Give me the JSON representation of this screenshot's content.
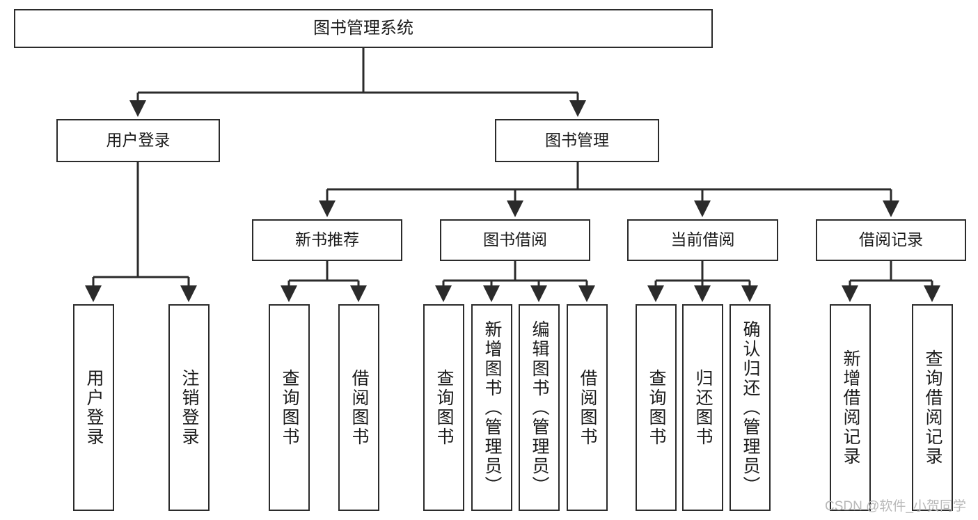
{
  "diagram": {
    "title": "图书管理系统",
    "type": "tree",
    "orientation": "top-down",
    "colors": {
      "box_border": "#2b2b2b",
      "box_fill": "#ffffff",
      "edge": "#2b2b2b",
      "text": "#1b1b1b",
      "watermark": "#b9b9b9",
      "background": "#ffffff"
    },
    "nodes": {
      "root": {
        "label": "图书管理系统",
        "level": 1
      },
      "level2": [
        {
          "id": "user-login",
          "label": "用户登录"
        },
        {
          "id": "book-management",
          "label": "图书管理"
        }
      ],
      "level3": [
        {
          "id": "new-book-recommend",
          "label": "新书推荐"
        },
        {
          "id": "book-borrow",
          "label": "图书借阅"
        },
        {
          "id": "current-borrow",
          "label": "当前借阅"
        },
        {
          "id": "borrow-record",
          "label": "借阅记录"
        }
      ],
      "leaves": {
        "user-login": [
          {
            "id": "leaf-user-login",
            "label": "用户登录"
          },
          {
            "id": "leaf-logout-login",
            "label": "注销登录"
          }
        ],
        "new-book-recommend": [
          {
            "id": "leaf-query-book-1",
            "label": "查询图书"
          },
          {
            "id": "leaf-borrow-book-1",
            "label": "借阅图书"
          }
        ],
        "book-borrow": [
          {
            "id": "leaf-query-book-2",
            "label": "查询图书"
          },
          {
            "id": "leaf-add-book",
            "label": "新增图书（管理员）"
          },
          {
            "id": "leaf-edit-book",
            "label": "编辑图书（管理员）"
          },
          {
            "id": "leaf-borrow-book-2",
            "label": "借阅图书"
          }
        ],
        "current-borrow": [
          {
            "id": "leaf-query-book-3",
            "label": "查询图书"
          },
          {
            "id": "leaf-return-book",
            "label": "归还图书"
          },
          {
            "id": "leaf-confirm-return",
            "label": "确认归还（管理员）"
          }
        ],
        "borrow-record": [
          {
            "id": "leaf-add-borrow-record",
            "label": "新增借阅记录"
          },
          {
            "id": "leaf-query-borrow-record",
            "label": "查询借阅记录"
          }
        ]
      }
    },
    "watermark": "CSDN @软件_小贺同学"
  }
}
